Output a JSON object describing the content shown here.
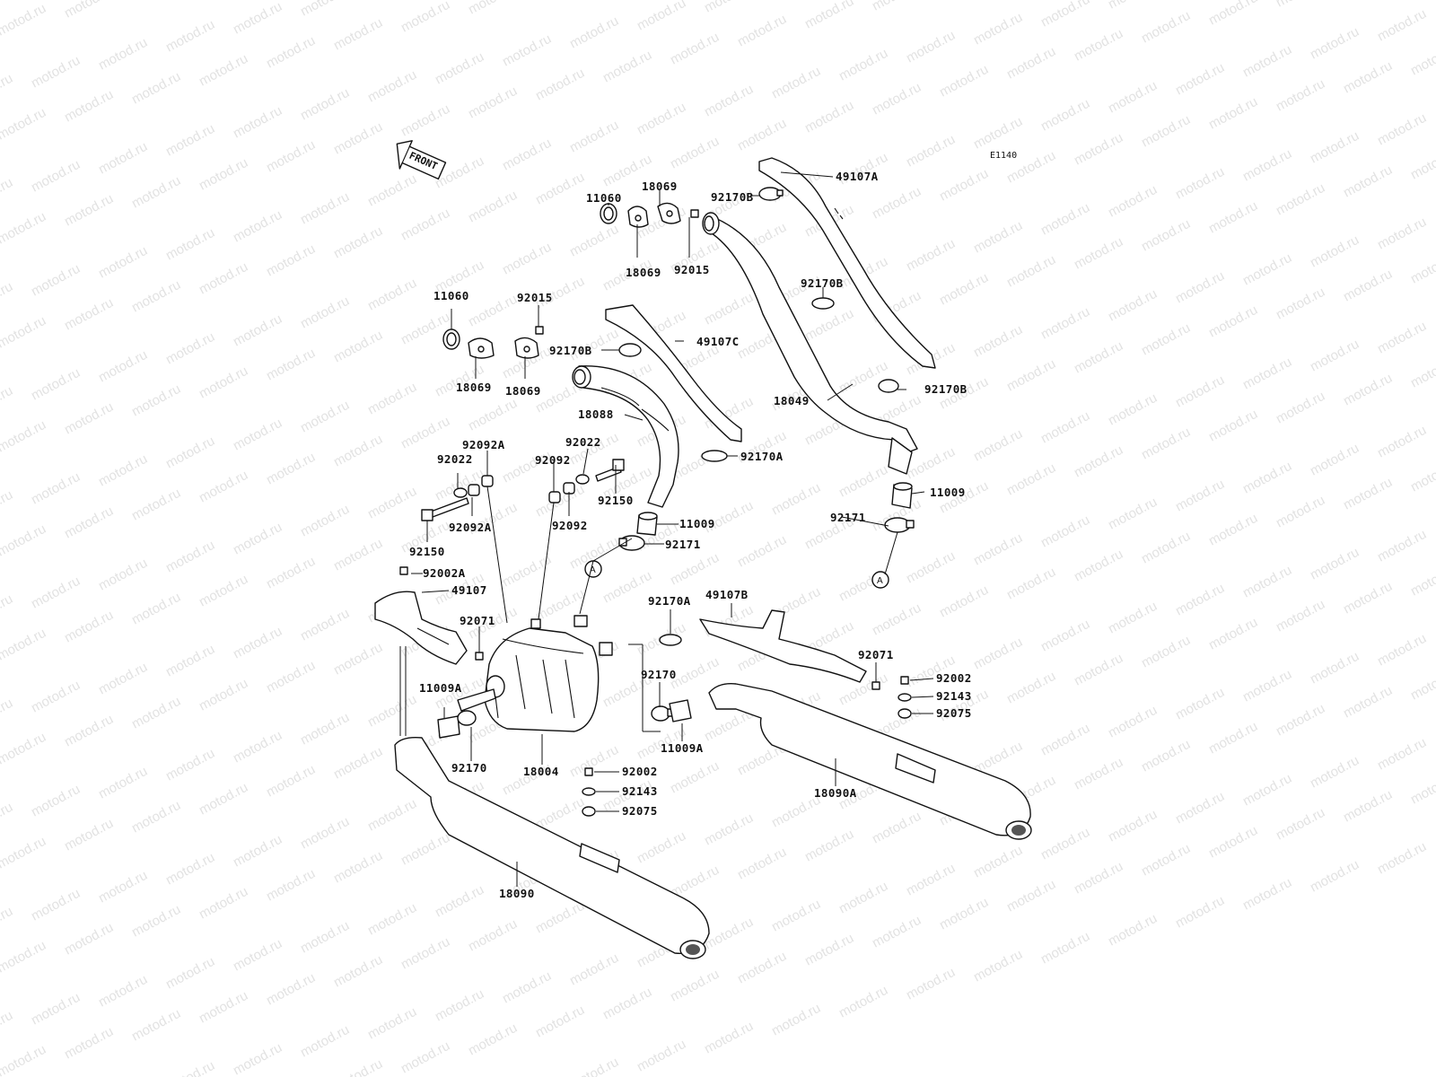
{
  "diagram_code": "E1140",
  "front_label": "FRONT",
  "watermark": "motod.ru",
  "ref_letter": "A",
  "parts": {
    "p49107A": "49107A",
    "p18069a": "18069",
    "p11060a": "11060",
    "p92170Ba": "92170B",
    "p18069b": "18069",
    "p92015a": "92015",
    "p11060b": "11060",
    "p92015b": "92015",
    "p92170Bb": "92170B",
    "p49107C": "49107C",
    "p92170Bc": "92170B",
    "p18069c": "18069",
    "p18069d": "18069",
    "p92170Bd": "92170B",
    "p18049": "18049",
    "p18088": "18088",
    "p92092Aa": "92092A",
    "p92022a": "92022",
    "p92022b": "92022",
    "p92092a": "92092",
    "p92170Aa": "92170A",
    "p11009a": "11009",
    "p92150a": "92150",
    "p92092Ab": "92092A",
    "p92092b": "92092",
    "p11009b": "11009",
    "p92171a": "92171",
    "p92171b": "92171",
    "p92150b": "92150",
    "p92002A": "92002A",
    "p49107": "49107",
    "p92170Ab": "92170A",
    "p49107B": "49107B",
    "p92071a": "92071",
    "p92071b": "92071",
    "p92002a": "92002",
    "p92143a": "92143",
    "p92075a": "92075",
    "p92170a": "92170",
    "p11009Aa": "11009A",
    "p11009Ab": "11009A",
    "p92170b": "92170",
    "p18004": "18004",
    "p92002b": "92002",
    "p92143b": "92143",
    "p92075b": "92075",
    "p18090A": "18090A",
    "p18090": "18090"
  }
}
